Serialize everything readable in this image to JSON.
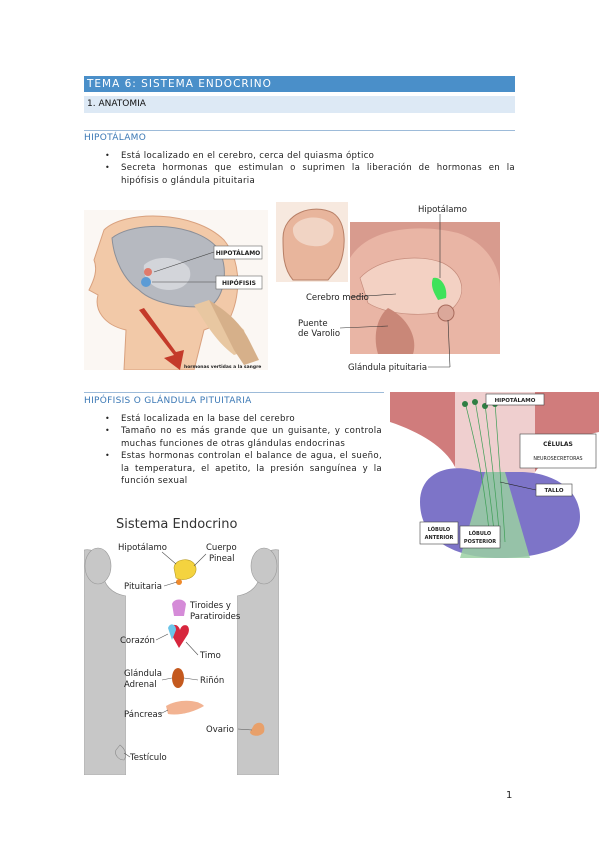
{
  "header": {
    "title": "TEMA 6: SISTEMA ENDOCRINO",
    "subtitle": "1. ANATOMIA"
  },
  "hipotalamo": {
    "heading": "HIPOTÁLAMO",
    "bullets": [
      "Está localizado en el cerebro, cerca del quiasma óptico",
      "Secreta hormonas que estimulan o suprimen la liberación de hormonas en la hipófisis o glándula pituitaria"
    ],
    "fig1_labels": {
      "hipotalamo": "HIPOTÁLAMO",
      "hipofisis": "HIPÓFISIS",
      "caption": "hormonas vertidas a la sangre"
    },
    "fig2_labels": {
      "hipotalamo": "Hipotálamo",
      "cerebro_medio": "Cerebro medio",
      "puente_1": "Puente",
      "puente_2": "de Varolio",
      "glandula": "Glándula pituitaria"
    }
  },
  "hipofisis": {
    "heading": "HIPÓFISIS O GLÁNDULA PITUITARIA",
    "bullets": [
      "Está localizada en la base del cerebro",
      "Tamaño no es más grande que un guisante, y controla muchas funciones de otras glándulas endocrinas",
      "Estas hormonas controlan el balance de agua, el sueño, la temperatura, el apetito, la presión sanguínea y la función sexual"
    ],
    "fig3_labels": {
      "hipotalamo": "HIPOTÁLAMO",
      "celulas": "CÉLULAS",
      "neuro": "NEUROSECRETORAS",
      "tallo": "TALLO",
      "lob_ant_1": "LÓBULO",
      "lob_ant_2": "ANTERIOR",
      "lob_post_1": "LÓBULO",
      "lob_post_2": "POSTERIOR"
    }
  },
  "endocrine_figure": {
    "title": "Sistema Endocrino",
    "labels": {
      "hipotalamo": "Hipotálamo",
      "cuerpo": "Cuerpo",
      "pineal": "Pineal",
      "pituitaria": "Pituitaria",
      "tiroides": "Tiroides y",
      "paratiroides": "Paratiroides",
      "corazon": "Corazón",
      "timo": "Timo",
      "glandula": "Glándula",
      "adrenal": "Adrenal",
      "rinon": "Riñón",
      "pancreas": "Páncreas",
      "ovario": "Ovario",
      "testiculo": "Testículo"
    }
  },
  "colors": {
    "accent": "#4a8fc9",
    "subtitle_bg": "#dde9f5",
    "heading": "#3b78b5"
  },
  "footer": {
    "page_number": "1"
  }
}
